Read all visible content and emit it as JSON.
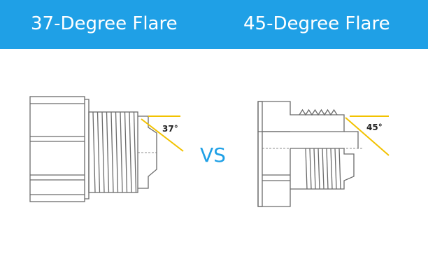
{
  "header": {
    "left_title": "37-Degree Flare",
    "right_title": "45-Degree Flare"
  },
  "comparison_label": "VS",
  "left_fitting": {
    "angle_label": "37°"
  },
  "right_fitting": {
    "angle_label": "45°"
  },
  "colors": {
    "header_bg": "#1fa0e6",
    "header_text": "#ffffff",
    "vs_text": "#1fa0e6",
    "outline": "#6b6b6b",
    "angle_line": "#f2c200"
  }
}
